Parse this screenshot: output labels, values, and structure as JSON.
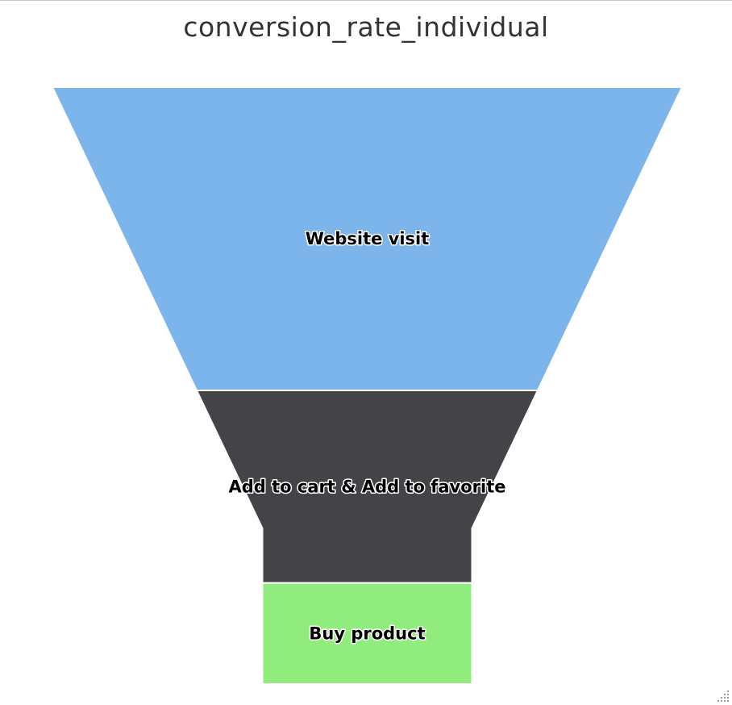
{
  "chart_data": {
    "type": "funnel",
    "title": "conversion_rate_individual",
    "categories": [
      "Website visit",
      "Add to cart & Add to favorite",
      "Buy product"
    ],
    "series": [
      {
        "values": [
          100,
          63.5,
          33.3
        ],
        "colors": [
          "#7cb5ec",
          "#434348",
          "#90ed7d"
        ]
      }
    ],
    "neck_width_ratio": 0.333,
    "legend": "none",
    "grid": false
  }
}
